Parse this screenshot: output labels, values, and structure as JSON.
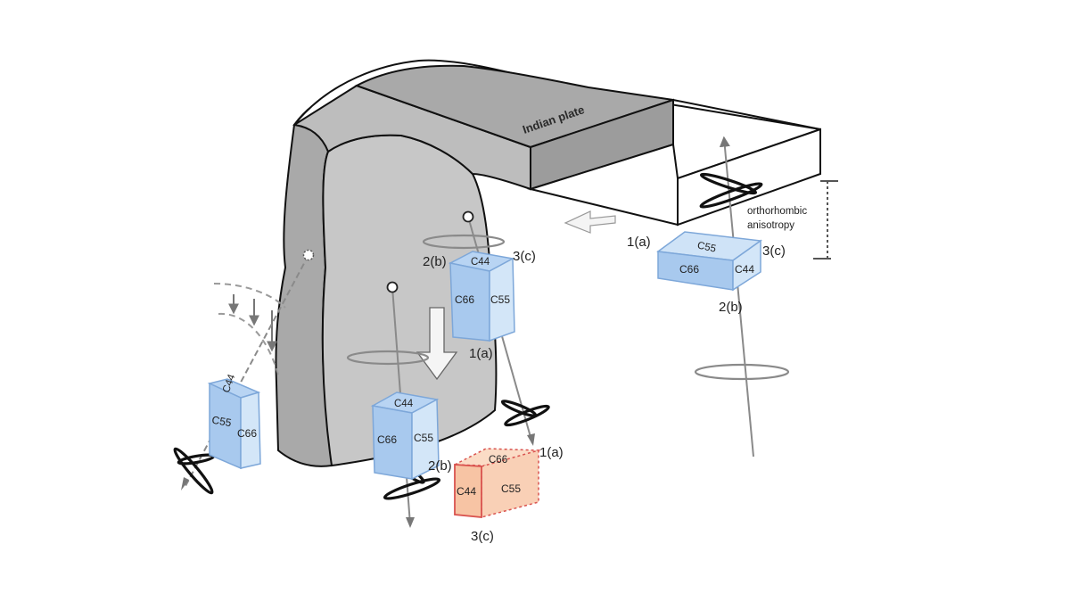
{
  "labels": {
    "plate": "Indian plate",
    "anisotropy_line1": "orthorhombic",
    "anisotropy_line2": "anisotropy"
  },
  "crystals": {
    "far_left": {
      "top": "C44",
      "front": "C55",
      "side": "C66"
    },
    "center_upper": {
      "top": "C44",
      "front": "C66",
      "side": "C55",
      "axis_a": "1(a)",
      "axis_b": "2(b)",
      "axis_c": "3(c)"
    },
    "center_lower": {
      "top": "C44",
      "front": "C66",
      "side": "C55",
      "axis_b": "2(b)"
    },
    "right": {
      "top": "C55",
      "front": "C66",
      "side": "C44",
      "axis_a": "1(a)",
      "axis_b": "2(b)",
      "axis_c": "3(c)"
    },
    "orange": {
      "top": "C66",
      "front": "C55",
      "side": "C44",
      "axis_a": "1(a)",
      "axis_c": "3(c)"
    }
  },
  "colors": {
    "slab_dark": "#c4c4c4",
    "slab_top": "#a9a9a9",
    "crystal_blue_front": "#cfe3f7",
    "crystal_blue_side": "#a8c9ee",
    "crystal_blue_edge": "#7da7d9",
    "crystal_orange": "#f9d0b6",
    "crystal_orange_edge": "#d9534f",
    "ray": "#8a8a8a",
    "dashed": "#9a9a9a"
  },
  "icons": [
    "slab-descent-arrow-icon",
    "plate-motion-arrow-icon",
    "station-circle-icon"
  ]
}
